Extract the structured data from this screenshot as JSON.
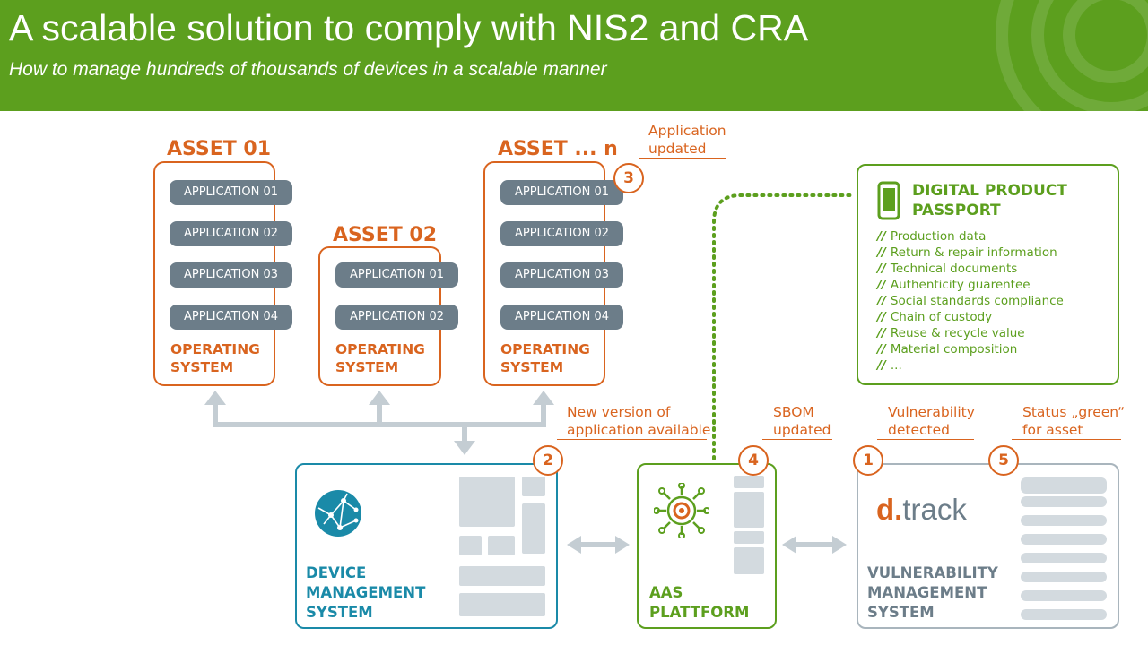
{
  "header": {
    "title": "A scalable solution to comply with NIS2 and CRA",
    "subtitle": "How to manage hundreds of thousands of devices in a scalable manner"
  },
  "colors": {
    "green": "#5c9f1e",
    "orange": "#d9641f",
    "teal": "#1a8aa8",
    "slate": "#6c7d89",
    "light_grey": "#d3dadf"
  },
  "assets": [
    {
      "title": "ASSET 01",
      "apps": [
        "APPLICATION 01",
        "APPLICATION 02",
        "APPLICATION 03",
        "APPLICATION 04"
      ],
      "os": "OPERATING\nSYSTEM"
    },
    {
      "title": "ASSET 02",
      "apps": [
        "APPLICATION 01",
        "APPLICATION 02"
      ],
      "os": "OPERATING\nSYSTEM"
    },
    {
      "title": "ASSET ... n",
      "apps": [
        "APPLICATION 01",
        "APPLICATION 02",
        "APPLICATION 03",
        "APPLICATION 04"
      ],
      "os": "OPERATING\nSYSTEM"
    }
  ],
  "steps": [
    {
      "number": "1",
      "text": "Vulnerability\ndetected"
    },
    {
      "number": "2",
      "text": "New version of\napplication available"
    },
    {
      "number": "3",
      "text": "Application\nupdated"
    },
    {
      "number": "4",
      "text": "SBOM\nupdated"
    },
    {
      "number": "5",
      "text": "Status „green“\nfor asset"
    }
  ],
  "dpp": {
    "title": "DIGITAL PRODUCT\nPASSPORT",
    "icon": "smartphone-icon",
    "marker": "//",
    "items": [
      "Production data",
      "Return & repair information",
      "Technical documents",
      "Authenticity guarentee",
      "Social standards compliance",
      "Chain of custody",
      "Reuse & recycle value",
      "Material composition",
      "..."
    ]
  },
  "systems": {
    "dms": {
      "label": "DEVICE\nMANAGEMENT\nSYSTEM",
      "icon": "globe-network-icon"
    },
    "aas": {
      "label": "AAS\nPLATTFORM",
      "icon": "network-hub-icon"
    },
    "vms": {
      "label": "VULNERABILITY\nMANAGEMENT\nSYSTEM",
      "logo_prefix": "d.",
      "logo_name": "track"
    }
  }
}
